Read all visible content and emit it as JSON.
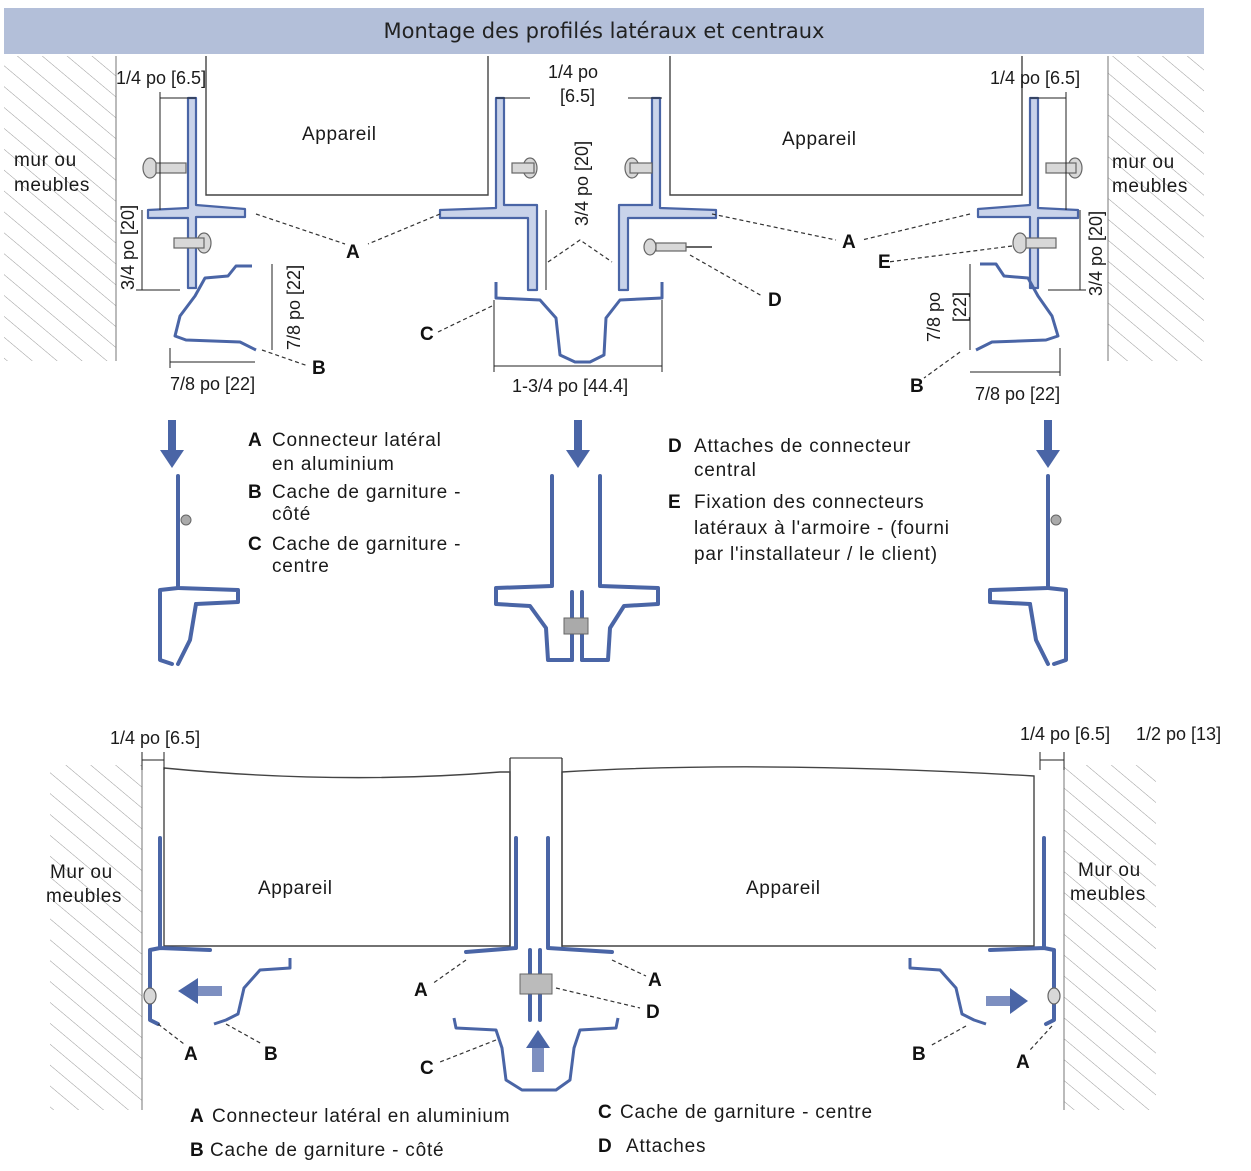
{
  "title": "Montage des profilés latéraux et centraux",
  "top": {
    "dims": {
      "gap_left": "1/4 po [6.5]",
      "gap_center_a": "1/4 po",
      "gap_center_b": "[6.5]",
      "gap_right": "1/4 po [6.5]",
      "depth_left": "3/4 po [20]",
      "depth_center": "3/4 po [20]",
      "depth_right": "3/4 po [20]",
      "trim_h_left": "7/8 po [22]",
      "trim_w_left": "7/8 po [22]",
      "trim_h_right_a": "7/8 po",
      "trim_h_right_b": "[22]",
      "trim_w_right": "7/8 po [22]",
      "center_width": "1-3/4 po [44.4]"
    },
    "labels": {
      "wall_left_1": "mur ou",
      "wall_left_2": "meubles",
      "wall_right_1": "mur ou",
      "wall_right_2": "meubles",
      "appliance_left": "Appareil",
      "appliance_right": "Appareil"
    },
    "letters": {
      "a1": "A",
      "a2": "A",
      "b1": "B",
      "b2": "B",
      "c": "C",
      "d": "D",
      "e": "E"
    },
    "legend_left": [
      {
        "key": "A",
        "line1": "Connecteur latéral",
        "line2": "en aluminium"
      },
      {
        "key": "B",
        "line1": "Cache de garniture -",
        "line2": "côté"
      },
      {
        "key": "C",
        "line1": "Cache de garniture -",
        "line2": "centre"
      }
    ],
    "legend_right": [
      {
        "key": "D",
        "line1": "Attaches de connecteur",
        "line2": "central"
      },
      {
        "key": "E",
        "line1": "Fixation des connecteurs",
        "line2": "latéraux à l'armoire - (fourni",
        "line3": "par l'installateur / le client)"
      }
    ]
  },
  "bottom": {
    "dims": {
      "gap_left": "1/4 po [6.5]",
      "gap_right": "1/4 po [6.5]",
      "gap_right2": "1/2 po [13]"
    },
    "labels": {
      "wall_left_1": "Mur ou",
      "wall_left_2": "meubles",
      "wall_right_1": "Mur ou",
      "wall_right_2": "meubles",
      "appliance_left": "Appareil",
      "appliance_right": "Appareil"
    },
    "letters": {
      "a1": "A",
      "b1": "B",
      "a2": "A",
      "a3": "A",
      "d": "D",
      "c": "C",
      "b2": "B",
      "a4": "A"
    },
    "legend": [
      {
        "key": "A",
        "text": "Connecteur latéral en aluminium"
      },
      {
        "key": "B",
        "text": "Cache de garniture - côté"
      },
      {
        "key": "C",
        "text": "Cache de garniture - centre"
      },
      {
        "key": "D",
        "text": "Attaches"
      }
    ]
  },
  "colors": {
    "header": "#b3bfd9",
    "profile": "#4a65a6",
    "profile_fill": "#c9d3ea"
  }
}
